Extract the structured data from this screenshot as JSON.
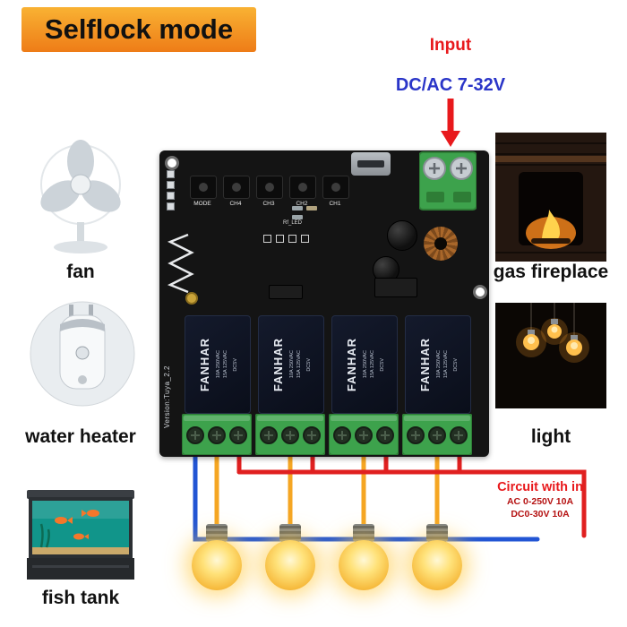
{
  "banner": {
    "label": "Selflock mode"
  },
  "annotations": {
    "input_title": "Input",
    "input_voltage": "DC/AC 7-32V",
    "circuit_title": "Circuit with in",
    "circuit_line1": "AC 0-250V 10A",
    "circuit_line2": "DC0-30V 10A"
  },
  "appliance_labels": {
    "fan": "fan",
    "gas_fireplace": "gas fireplace",
    "water_heater": "water heater",
    "light": "light",
    "fish_tank": "fish tank"
  },
  "board": {
    "buttons": [
      "MODE",
      "CH4",
      "CH3",
      "CH2",
      "CH1"
    ],
    "silkscreen": {
      "rf_led": "Rf_LED",
      "version": "Version:Tuya_2.2"
    },
    "relay": {
      "brand": "FANHAR",
      "spec1": "10A 250VAC",
      "spec2": "15A 125VAC",
      "coil": "DC5V"
    }
  },
  "colors": {
    "banner_orange": "#f7941d",
    "annotation_red": "#e8191c",
    "voltage_blue": "#2a35c8",
    "pcb_black": "#141414",
    "relay_navy": "#0e1220",
    "terminal_green": "#3da24c",
    "wire_yellow": "#f5a623",
    "wire_red": "#e02020",
    "wire_blue": "#2255d4",
    "bulb_yellow": "#ffd84d"
  }
}
